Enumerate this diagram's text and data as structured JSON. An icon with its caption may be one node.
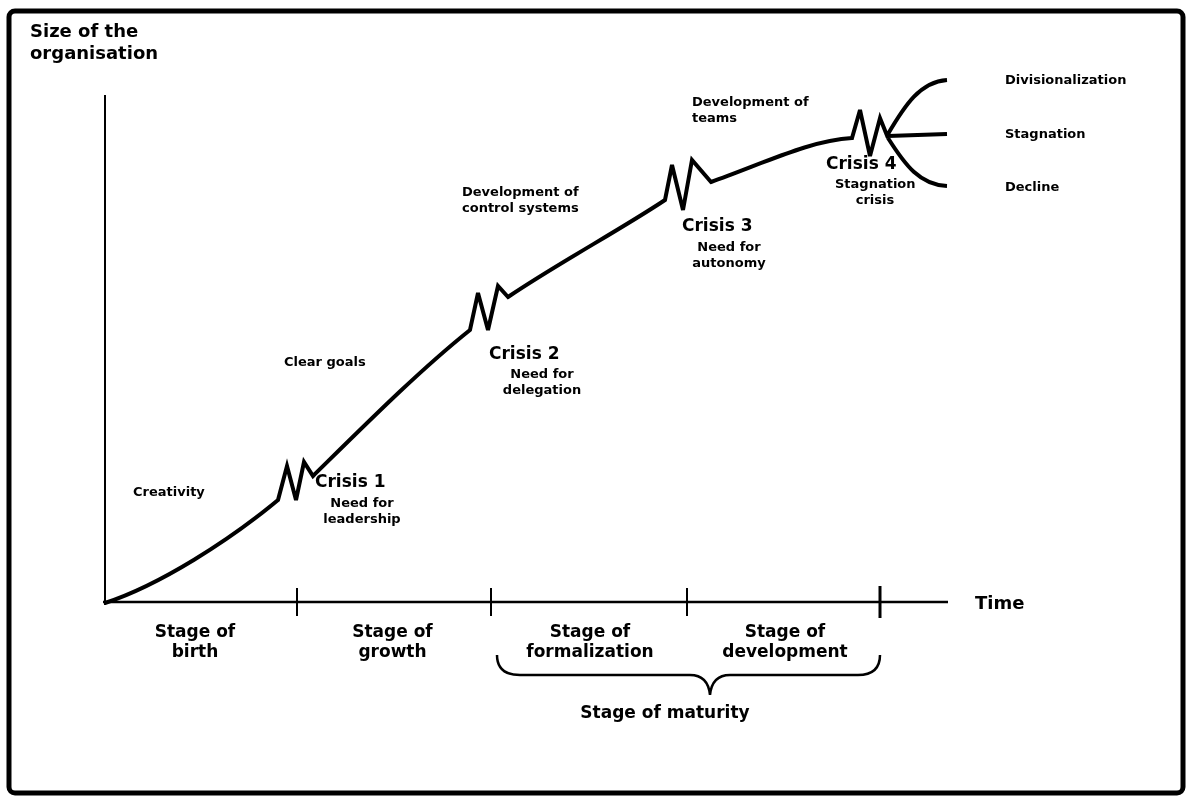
{
  "diagram": {
    "labels": [
      "Size of the organisation",
      "Divisionalization",
      "Development of teams",
      "Stagnation",
      "Crisis 4",
      "Stagnation crisis",
      "Decline",
      "Development of control systems",
      "Crisis 3",
      "Need for autonomy",
      "Clear goals",
      "Crisis 2",
      "Need for delegation",
      "Creativity",
      "Crisis 1",
      "Need for leadership",
      "Time",
      "Stage of birth",
      "Stage of growth",
      "Stage of formalization",
      "Stage of development",
      "Stage of maturity"
    ]
  }
}
